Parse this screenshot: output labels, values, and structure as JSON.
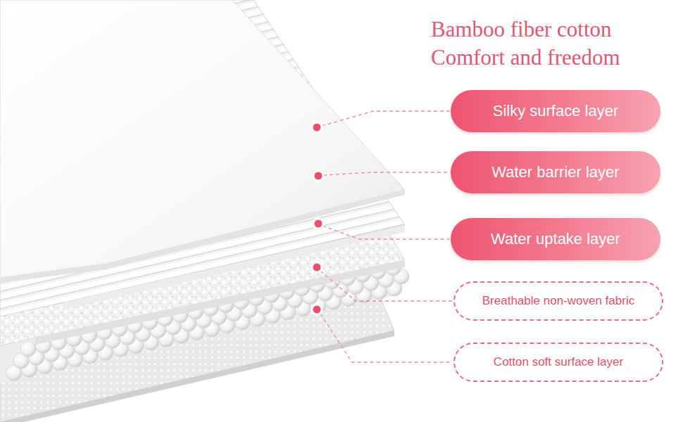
{
  "diagram": {
    "title": "Bamboo fiber cotton Comfort and freedom",
    "nodes": [
      {
        "text": [
          "Silky surface layer"
        ]
      },
      {
        "text": [
          "Water barrier layer"
        ]
      },
      {
        "text": [
          "Water uptake layer"
        ]
      },
      {
        "text": [
          "Breathable non-woven fabric"
        ]
      },
      {
        "text": [
          "Cotton soft surface layer"
        ]
      }
    ]
  }
}
